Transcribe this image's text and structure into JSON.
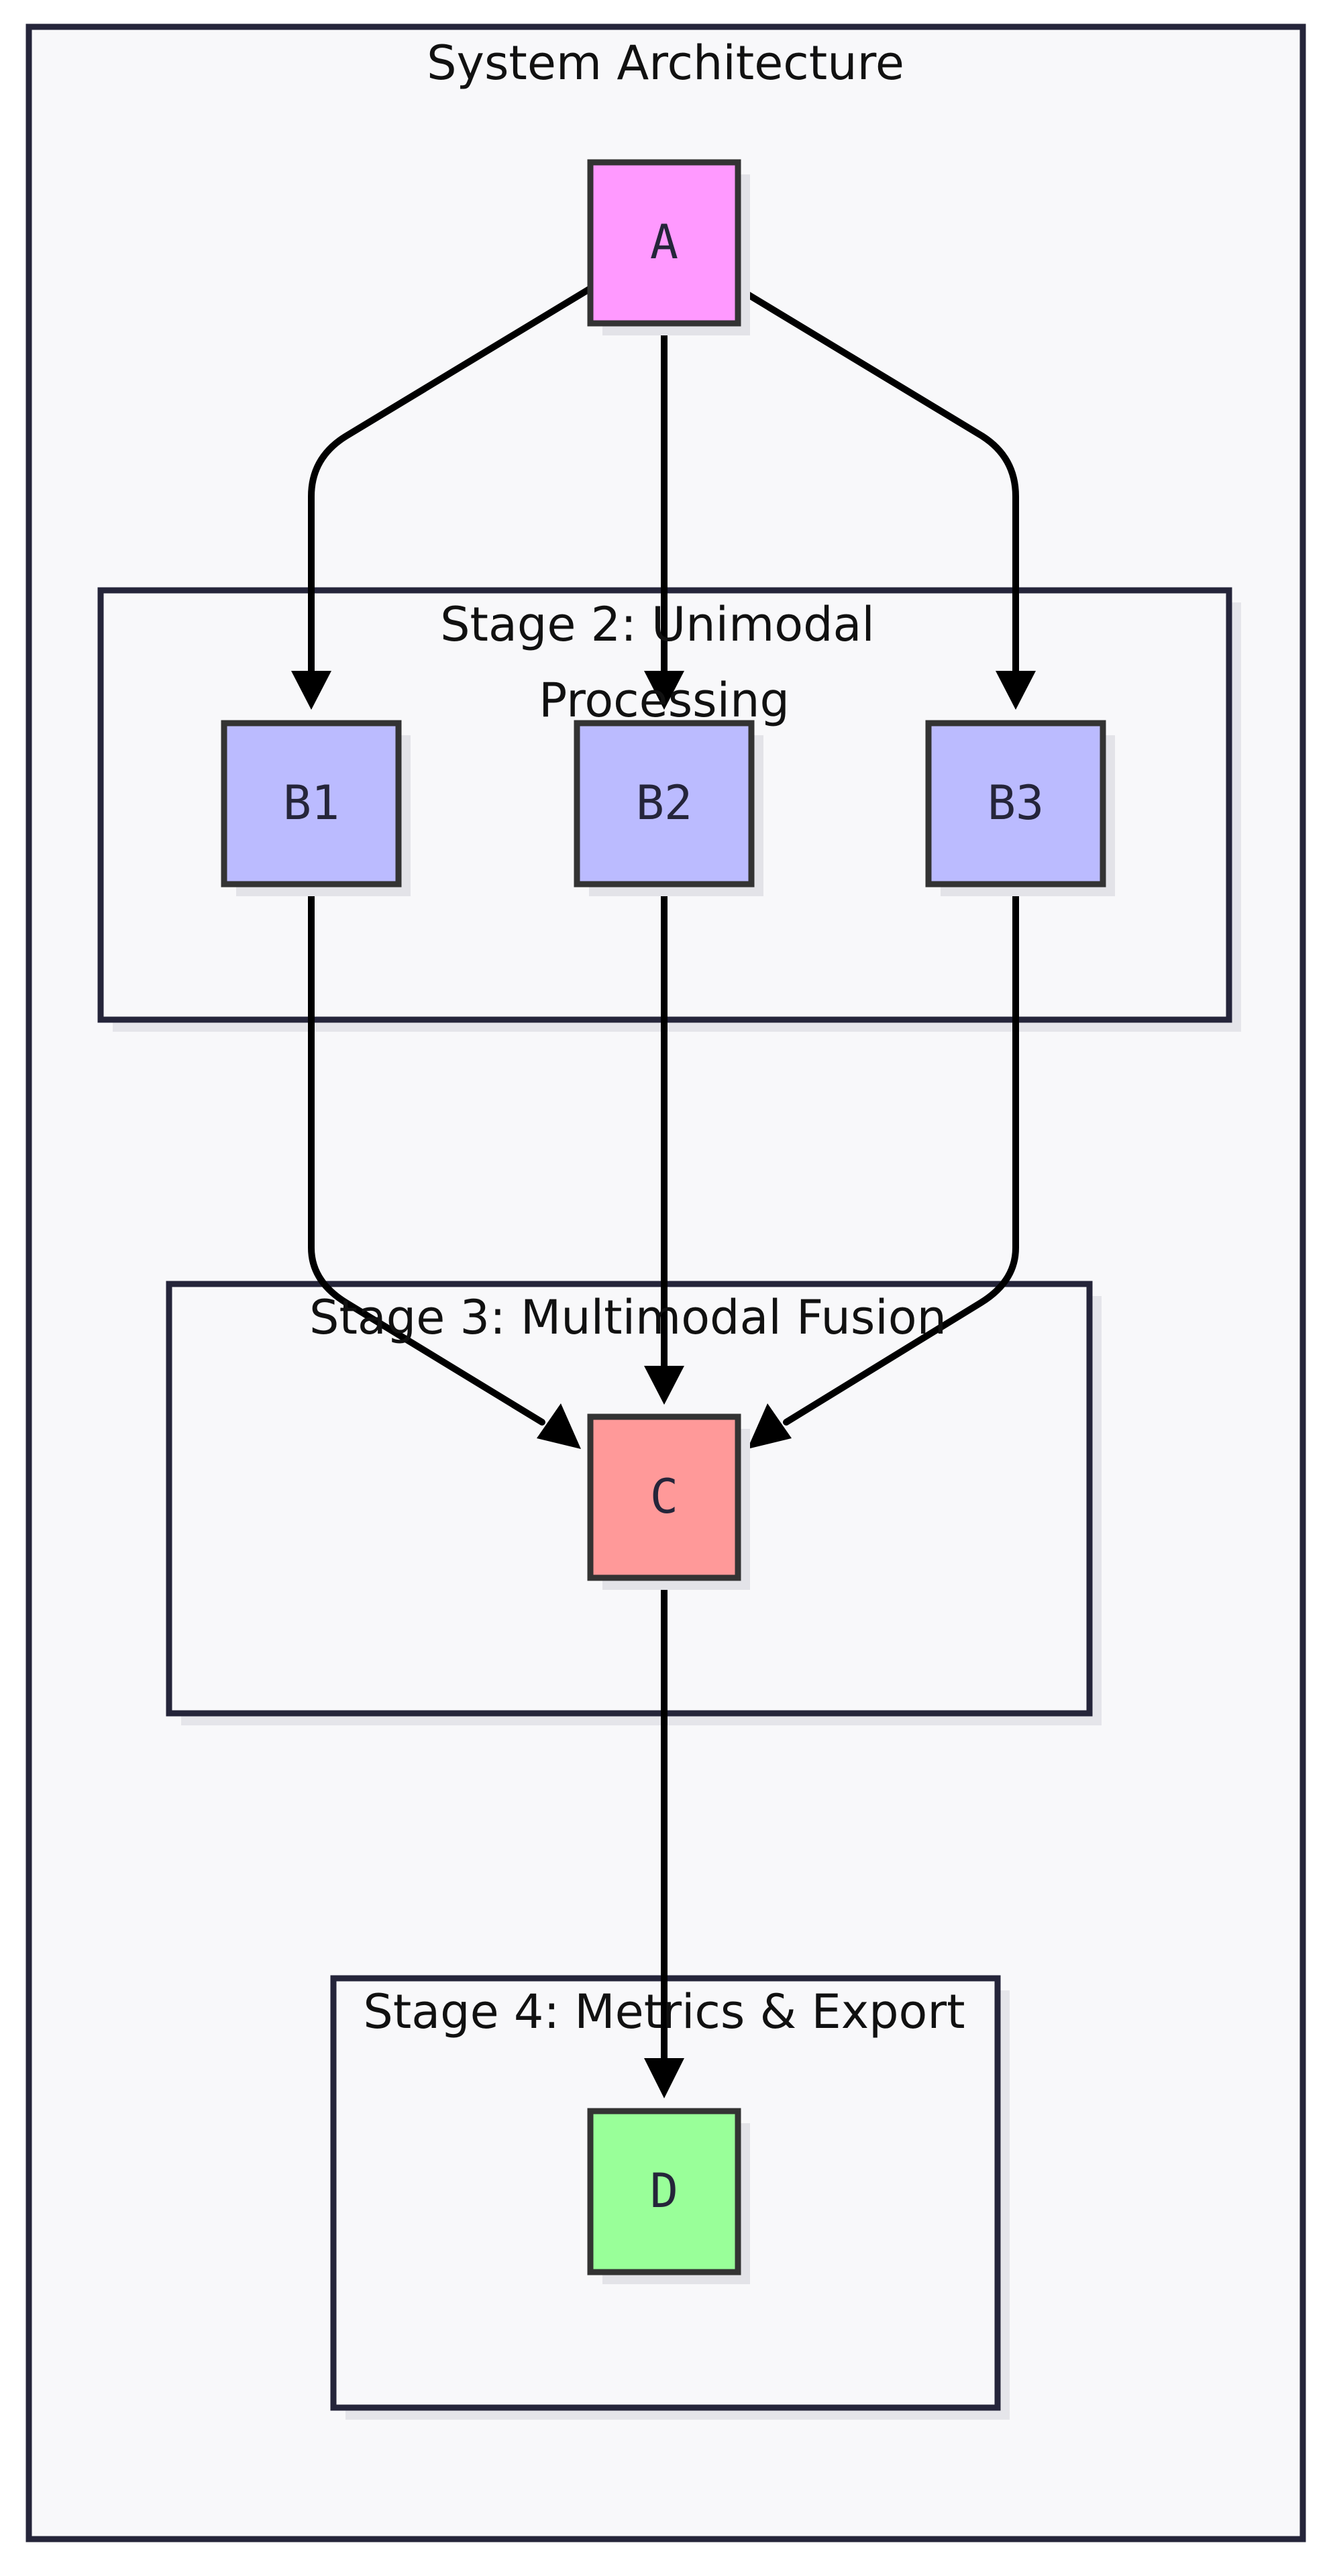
{
  "diagram": {
    "title": "System Architecture",
    "groups": [
      {
        "id": "stage2",
        "label_line1": "Stage 2: Unimodal",
        "label_line2": "Processing"
      },
      {
        "id": "stage3",
        "label": "Stage 3: Multimodal Fusion"
      },
      {
        "id": "stage4",
        "label": "Stage 4: Metrics & Export"
      }
    ],
    "nodes": [
      {
        "id": "A",
        "label": "A",
        "color": "#ff99ff"
      },
      {
        "id": "B1",
        "label": "B1",
        "color": "#bbbbff"
      },
      {
        "id": "B2",
        "label": "B2",
        "color": "#bbbbff"
      },
      {
        "id": "B3",
        "label": "B3",
        "color": "#bbbbff"
      },
      {
        "id": "C",
        "label": "C",
        "color": "#ff9999"
      },
      {
        "id": "D",
        "label": "D",
        "color": "#99ff99"
      }
    ],
    "edges": [
      {
        "from": "A",
        "to": "B1"
      },
      {
        "from": "A",
        "to": "B2"
      },
      {
        "from": "A",
        "to": "B3"
      },
      {
        "from": "B1",
        "to": "C"
      },
      {
        "from": "B2",
        "to": "C"
      },
      {
        "from": "B3",
        "to": "C"
      },
      {
        "from": "C",
        "to": "D"
      }
    ]
  }
}
